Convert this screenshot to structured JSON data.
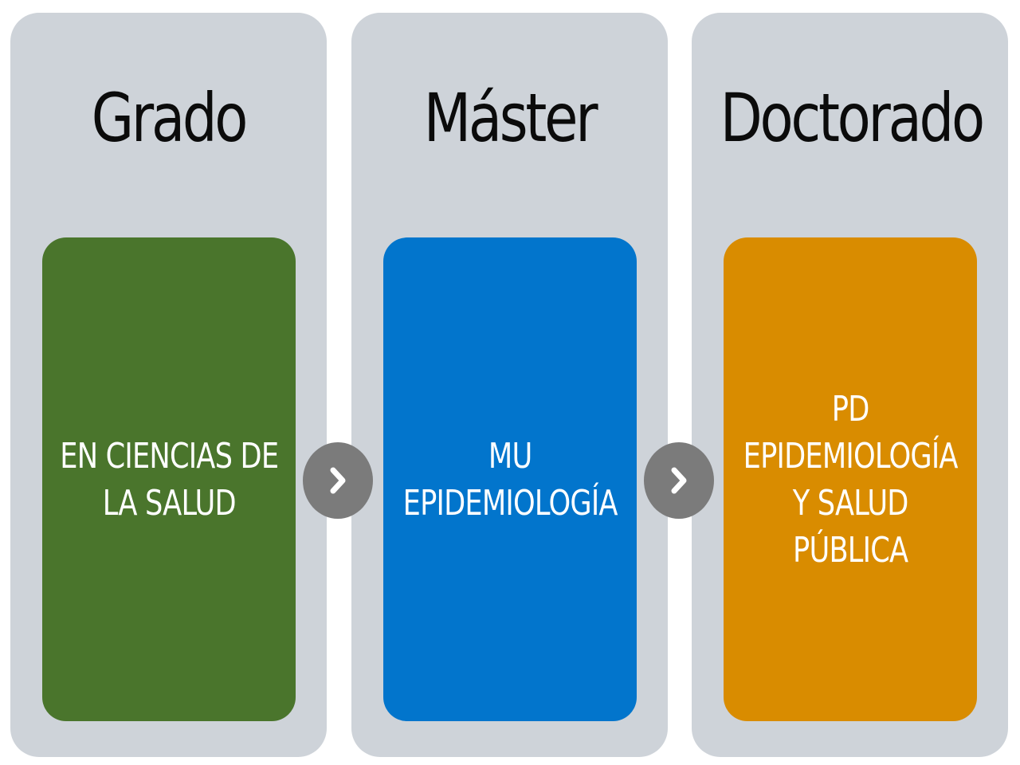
{
  "stages": [
    {
      "title": "Grado",
      "lines": [
        "EN CIENCIAS DE",
        "LA SALUD"
      ],
      "color": "#4a752c"
    },
    {
      "title": "Máster",
      "lines": [
        "MU",
        "EPIDEMIOLOGÍA"
      ],
      "color": "#0275cc"
    },
    {
      "title": "Doctorado",
      "lines": [
        "PD",
        "EPIDEMIOLOGÍA",
        "Y SALUD",
        "PÚBLICA"
      ],
      "color": "#d98c00"
    }
  ],
  "arrows": [
    {
      "icon": "chevron-right-icon"
    },
    {
      "icon": "chevron-right-icon"
    }
  ]
}
